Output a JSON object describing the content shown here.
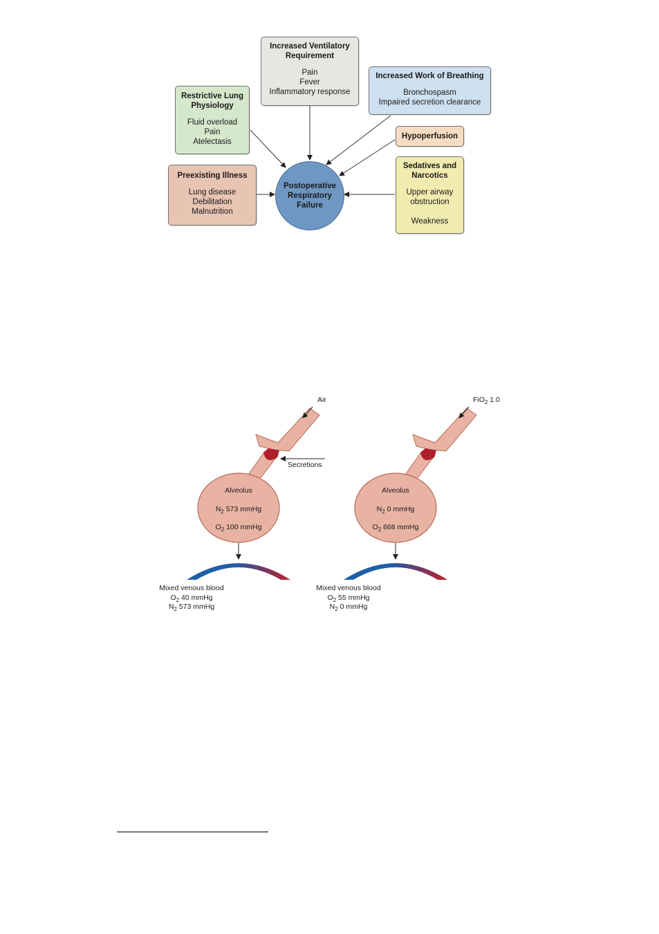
{
  "diagram1": {
    "center": [
      "Postoperative",
      "Respiratory",
      "Failure"
    ],
    "boxes": {
      "ventilatory": {
        "title": [
          "Increased Ventilatory",
          "Requirement"
        ],
        "items": [
          "Pain",
          "Fever",
          "Inflammatory response"
        ],
        "color": "#e8e6e1"
      },
      "restrictive": {
        "title": [
          "Restrictive Lung",
          "Physiology"
        ],
        "items": [
          "Fluid overload",
          "Pain",
          "Atelectasis"
        ],
        "color": "#d5e8cc"
      },
      "work": {
        "title": [
          "Increased Work of Breathing"
        ],
        "items": [
          "Bronchospasm",
          "Impaired secretion clearance"
        ],
        "color": "#cfe0f0"
      },
      "hypoperfusion": {
        "title": [
          "Hypoperfusion"
        ],
        "items": [],
        "color": "#f7dcc3"
      },
      "preexisting": {
        "title": [
          "Preexisting Illness"
        ],
        "items": [
          "Lung disease",
          "Debilitation",
          "Malnutrition"
        ],
        "color": "#e8c4b3"
      },
      "sedatives": {
        "title": [
          "Sedatives and",
          "Narcotics"
        ],
        "items": [
          "Upper airway",
          "obstruction",
          "",
          "Weakness"
        ],
        "color": "#f1ebb0"
      }
    },
    "center_color": "#6e97c4"
  },
  "diagram2": {
    "left": {
      "inlet": "Air",
      "secretions": "Secretions",
      "alveolus": "Alveolus",
      "n2_sym": "N",
      "n2_sub": "2",
      "n2_val": " 573 mmHg",
      "o2_sym": "O",
      "o2_sub": "2",
      "o2_val": " 100 mmHg",
      "blood_label": "Mixed venous blood",
      "blood_o2": " 40 mmHg",
      "blood_n2": " 573 mmHg"
    },
    "right": {
      "inlet_pre": "FiO",
      "inlet_sub": "2",
      "inlet_post": " 1.0",
      "alveolus": "Alveolus",
      "n2_sym": "N",
      "n2_sub": "2",
      "n2_val": " 0 mmHg",
      "o2_sym": "O",
      "o2_sub": "2",
      "o2_val": " 668 mmHg",
      "blood_label": "Mixed venous blood",
      "blood_o2": " 55 mmHg",
      "blood_n2": " 0 mmHg"
    },
    "colors": {
      "tissue": "#e8b3a3",
      "tissue_stroke": "#b5685a",
      "plug": "#b0202a",
      "venous": "#1f5fa8",
      "arterial": "#c0202a"
    }
  }
}
